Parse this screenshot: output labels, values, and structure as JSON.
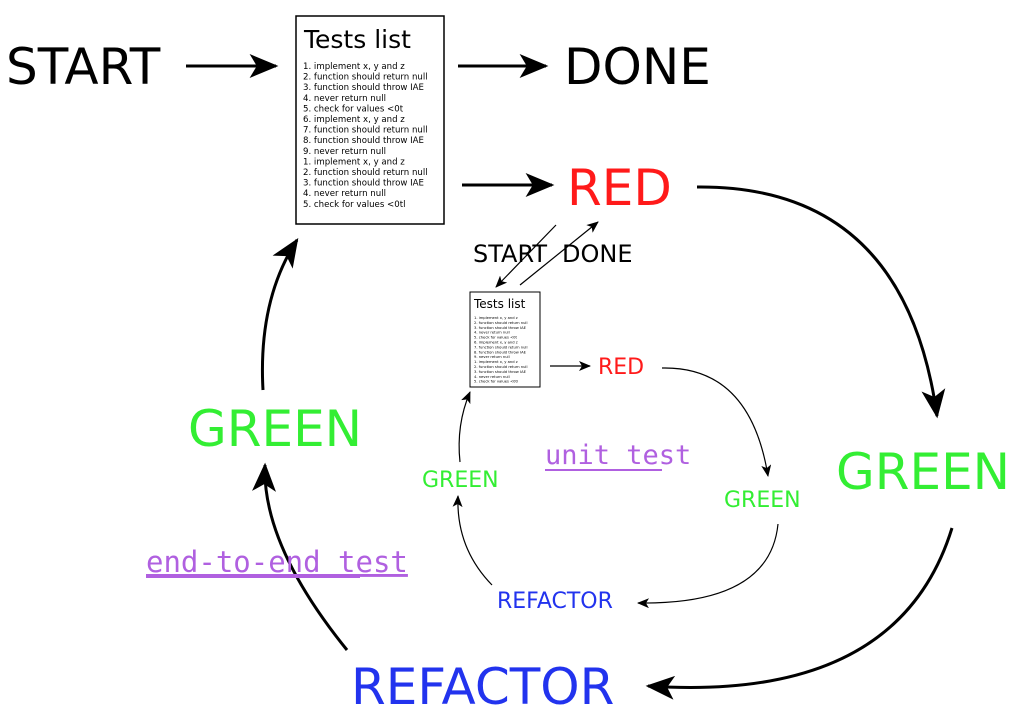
{
  "colors": {
    "black": "#000000",
    "red": "#ff1a1a",
    "green": "#33ee33",
    "blue": "#2233ee",
    "purple": "#b060e0"
  },
  "outer": {
    "start": "START",
    "done": "DONE",
    "red": "RED",
    "green_right": "GREEN",
    "green_left": "GREEN",
    "refactor": "REFACTOR",
    "tests_title": "Tests list",
    "tests_items": [
      "1. implement x, y and z",
      "2. function should return null",
      "3. function should throw IAE",
      "4. never return null",
      "5. check for values <0t",
      "6. implement x, y and z",
      "7. function should return null",
      "8. function should throw IAE",
      "9. never return null",
      "1. implement x, y and z",
      "2. function should return null",
      "3. function should throw IAE",
      "4. never return null",
      "5. check for values <0tl"
    ]
  },
  "inner": {
    "start": "START",
    "done": "DONE",
    "red": "RED",
    "green_right": "GREEN",
    "green_left": "GREEN",
    "refactor": "REFACTOR",
    "tests_title": "Tests list",
    "tests_items": [
      "1. implement x, y and z",
      "2. function should return null",
      "3. function should throw IAE",
      "4. never return null",
      "5. check for values <0t",
      "6. implement x, y and z",
      "7. function should return null",
      "8. function should throw IAE",
      "9. never return null",
      "1. implement x, y and z",
      "2. function should return null",
      "3. function should throw IAE",
      "4. never return null",
      "5. check for values <0tl"
    ]
  },
  "labels": {
    "unit_test": "unit test",
    "end_to_end_test": "end-to-end test"
  }
}
